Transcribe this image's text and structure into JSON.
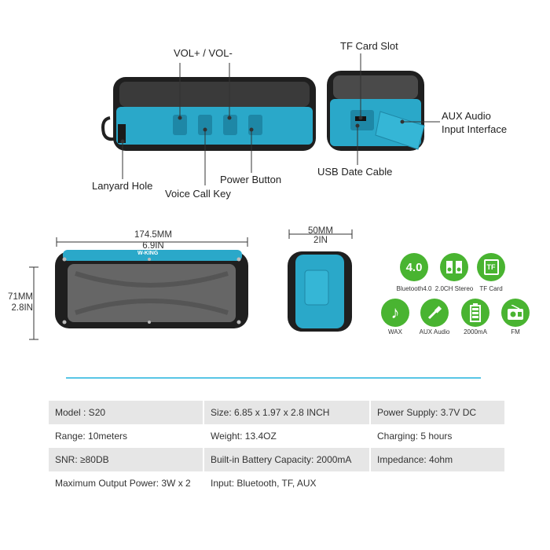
{
  "callouts": {
    "vol": "VOL+ / VOL-",
    "tf_slot": "TF Card Slot",
    "aux_line1": "AUX Audio",
    "aux_line2": "Input Interface",
    "usb": "USB Date Cable",
    "lanyard": "Lanyard Hole",
    "voice": "Voice Call Key",
    "power": "Power Button"
  },
  "brand": "W-KING",
  "dimensions": {
    "width_mm": "174.5MM",
    "width_in": "6.9IN",
    "height_mm": "71MM",
    "height_in": "2.8IN",
    "depth_mm": "50MM",
    "depth_in": "2IN"
  },
  "features": [
    {
      "icon": "bluetooth-icon",
      "glyph": "4.0",
      "label": "Bluetooth4.0"
    },
    {
      "icon": "stereo-speakers-icon",
      "glyph": "",
      "label": "2.0CH Stereo"
    },
    {
      "icon": "tf-card-icon",
      "glyph": "TF",
      "label": "TF Card"
    },
    {
      "icon": "music-note-icon",
      "glyph": "♪",
      "label": "WAX"
    },
    {
      "icon": "aux-plug-icon",
      "glyph": "",
      "label": "AUX Audio"
    },
    {
      "icon": "battery-icon",
      "glyph": "",
      "label": "2000mA"
    },
    {
      "icon": "radio-icon",
      "glyph": "",
      "label": "FM"
    }
  ],
  "colors": {
    "accent": "#58c6e6",
    "speaker_blue": "#2aa8c9",
    "feature_green": "#49b431"
  },
  "specs": [
    [
      "Model : S20",
      "Size: 6.85 x 1.97 x 2.8 INCH",
      "Power Supply: 3.7V DC"
    ],
    [
      "Range: 10meters",
      "Weight: 13.4OZ",
      "Charging: 5 hours"
    ],
    [
      "SNR: ≥80DB",
      "Built-in Battery Capacity: 2000mA",
      "Impedance: 4ohm"
    ],
    [
      "Maximum Output Power: 3W x 2",
      "Input: Bluetooth, TF, AUX",
      ""
    ]
  ]
}
